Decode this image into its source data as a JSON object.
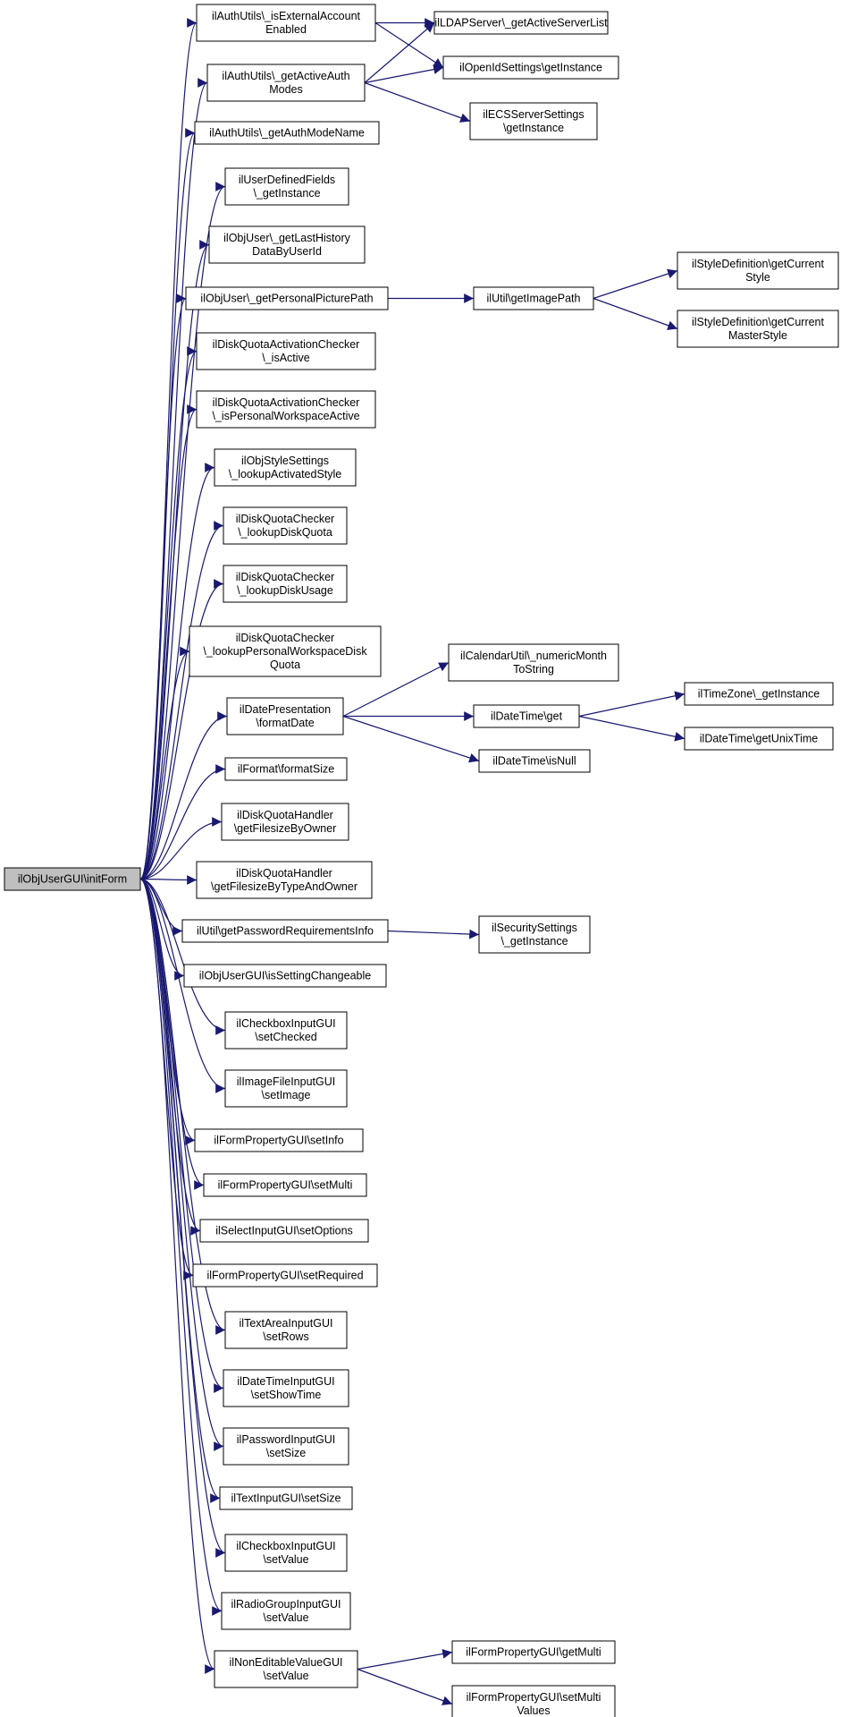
{
  "colors": {
    "edge": "#191970",
    "root_fill": "#bfbfbf",
    "node_fill": "#ffffff",
    "border": "#000000"
  },
  "nodes": [
    {
      "id": "root",
      "lines": [
        "ilObjUserGUI\\initForm"
      ]
    },
    {
      "id": "n_isext",
      "lines": [
        "ilAuthUtils\\_isExternalAccount",
        "Enabled"
      ]
    },
    {
      "id": "n_getactive",
      "lines": [
        "ilAuthUtils\\_getActiveAuth",
        "Modes"
      ]
    },
    {
      "id": "n_getauthname",
      "lines": [
        "ilAuthUtils\\_getAuthModeName"
      ]
    },
    {
      "id": "n_udf",
      "lines": [
        "ilUserDefinedFields",
        "\\_getInstance"
      ]
    },
    {
      "id": "n_lasthist",
      "lines": [
        "ilObjUser\\_getLastHistory",
        "DataByUserId"
      ]
    },
    {
      "id": "n_picpath",
      "lines": [
        "ilObjUser\\_getPersonalPicturePath"
      ]
    },
    {
      "id": "n_dqa_active",
      "lines": [
        "ilDiskQuotaActivationChecker",
        "\\_isActive"
      ]
    },
    {
      "id": "n_dqa_pws",
      "lines": [
        "ilDiskQuotaActivationChecker",
        "\\_isPersonalWorkspaceActive"
      ]
    },
    {
      "id": "n_stylesettings",
      "lines": [
        "ilObjStyleSettings",
        "\\_lookupActivatedStyle"
      ]
    },
    {
      "id": "n_dq_quota",
      "lines": [
        "ilDiskQuotaChecker",
        "\\_lookupDiskQuota"
      ]
    },
    {
      "id": "n_dq_usage",
      "lines": [
        "ilDiskQuotaChecker",
        "\\_lookupDiskUsage"
      ]
    },
    {
      "id": "n_dq_pwsq",
      "lines": [
        "ilDiskQuotaChecker",
        "\\_lookupPersonalWorkspaceDisk",
        "Quota"
      ]
    },
    {
      "id": "n_formatdate",
      "lines": [
        "ilDatePresentation",
        "\\formatDate"
      ]
    },
    {
      "id": "n_formatsize",
      "lines": [
        "ilFormat\\formatSize"
      ]
    },
    {
      "id": "n_dqh_owner",
      "lines": [
        "ilDiskQuotaHandler",
        "\\getFilesizeByOwner"
      ]
    },
    {
      "id": "n_dqh_type",
      "lines": [
        "ilDiskQuotaHandler",
        "\\getFilesizeByTypeAndOwner"
      ]
    },
    {
      "id": "n_pwreq",
      "lines": [
        "ilUtil\\getPasswordRequirementsInfo"
      ]
    },
    {
      "id": "n_changeable",
      "lines": [
        "ilObjUserGUI\\isSettingChangeable"
      ]
    },
    {
      "id": "n_cb_checked",
      "lines": [
        "ilCheckboxInputGUI",
        "\\setChecked"
      ]
    },
    {
      "id": "n_img_set",
      "lines": [
        "ilImageFileInputGUI",
        "\\setImage"
      ]
    },
    {
      "id": "n_fp_info",
      "lines": [
        "ilFormPropertyGUI\\setInfo"
      ]
    },
    {
      "id": "n_fp_multi",
      "lines": [
        "ilFormPropertyGUI\\setMulti"
      ]
    },
    {
      "id": "n_sel_opts",
      "lines": [
        "ilSelectInputGUI\\setOptions"
      ]
    },
    {
      "id": "n_fp_req",
      "lines": [
        "ilFormPropertyGUI\\setRequired"
      ]
    },
    {
      "id": "n_ta_rows",
      "lines": [
        "ilTextAreaInputGUI",
        "\\setRows"
      ]
    },
    {
      "id": "n_dt_show",
      "lines": [
        "ilDateTimeInputGUI",
        "\\setShowTime"
      ]
    },
    {
      "id": "n_pw_size",
      "lines": [
        "ilPasswordInputGUI",
        "\\setSize"
      ]
    },
    {
      "id": "n_txt_size",
      "lines": [
        "ilTextInputGUI\\setSize"
      ]
    },
    {
      "id": "n_cb_value",
      "lines": [
        "ilCheckboxInputGUI",
        "\\setValue"
      ]
    },
    {
      "id": "n_rg_value",
      "lines": [
        "ilRadioGroupInputGUI",
        "\\setValue"
      ]
    },
    {
      "id": "n_ne_value",
      "lines": [
        "ilNonEditableValueGUI",
        "\\setValue"
      ]
    },
    {
      "id": "n_ldap",
      "lines": [
        "ilLDAPServer\\_getActiveServerList"
      ]
    },
    {
      "id": "n_openid",
      "lines": [
        "ilOpenIdSettings\\getInstance"
      ]
    },
    {
      "id": "n_ecs",
      "lines": [
        "ilECSServerSettings",
        "\\getInstance"
      ]
    },
    {
      "id": "n_imgpath",
      "lines": [
        "ilUtil\\getImagePath"
      ]
    },
    {
      "id": "n_style_cur",
      "lines": [
        "ilStyleDefinition\\getCurrent",
        "Style"
      ]
    },
    {
      "id": "n_style_master",
      "lines": [
        "ilStyleDefinition\\getCurrent",
        "MasterStyle"
      ]
    },
    {
      "id": "n_cal_month",
      "lines": [
        "ilCalendarUtil\\_numericMonth",
        "ToString"
      ]
    },
    {
      "id": "n_dt_get",
      "lines": [
        "ilDateTime\\get"
      ]
    },
    {
      "id": "n_dt_isnull",
      "lines": [
        "ilDateTime\\isNull"
      ]
    },
    {
      "id": "n_tz",
      "lines": [
        "ilTimeZone\\_getInstance"
      ]
    },
    {
      "id": "n_unix",
      "lines": [
        "ilDateTime\\getUnixTime"
      ]
    },
    {
      "id": "n_secsettings",
      "lines": [
        "ilSecuritySettings",
        "\\_getInstance"
      ]
    },
    {
      "id": "n_fp_getmulti",
      "lines": [
        "ilFormPropertyGUI\\getMulti"
      ]
    },
    {
      "id": "n_fp_setmultival",
      "lines": [
        "ilFormPropertyGUI\\setMulti",
        "Values"
      ]
    }
  ],
  "edges": [
    [
      "root",
      "n_isext"
    ],
    [
      "root",
      "n_getactive"
    ],
    [
      "root",
      "n_getauthname"
    ],
    [
      "root",
      "n_udf"
    ],
    [
      "root",
      "n_lasthist"
    ],
    [
      "root",
      "n_picpath"
    ],
    [
      "root",
      "n_dqa_active"
    ],
    [
      "root",
      "n_dqa_pws"
    ],
    [
      "root",
      "n_stylesettings"
    ],
    [
      "root",
      "n_dq_quota"
    ],
    [
      "root",
      "n_dq_usage"
    ],
    [
      "root",
      "n_dq_pwsq"
    ],
    [
      "root",
      "n_formatdate"
    ],
    [
      "root",
      "n_formatsize"
    ],
    [
      "root",
      "n_dqh_owner"
    ],
    [
      "root",
      "n_dqh_type"
    ],
    [
      "root",
      "n_pwreq"
    ],
    [
      "root",
      "n_changeable"
    ],
    [
      "root",
      "n_cb_checked"
    ],
    [
      "root",
      "n_img_set"
    ],
    [
      "root",
      "n_fp_info"
    ],
    [
      "root",
      "n_fp_multi"
    ],
    [
      "root",
      "n_sel_opts"
    ],
    [
      "root",
      "n_fp_req"
    ],
    [
      "root",
      "n_ta_rows"
    ],
    [
      "root",
      "n_dt_show"
    ],
    [
      "root",
      "n_pw_size"
    ],
    [
      "root",
      "n_txt_size"
    ],
    [
      "root",
      "n_cb_value"
    ],
    [
      "root",
      "n_rg_value"
    ],
    [
      "root",
      "n_ne_value"
    ],
    [
      "n_isext",
      "n_ldap"
    ],
    [
      "n_isext",
      "n_openid"
    ],
    [
      "n_getactive",
      "n_ldap"
    ],
    [
      "n_getactive",
      "n_openid"
    ],
    [
      "n_getactive",
      "n_ecs"
    ],
    [
      "n_picpath",
      "n_imgpath"
    ],
    [
      "n_imgpath",
      "n_style_cur"
    ],
    [
      "n_imgpath",
      "n_style_master"
    ],
    [
      "n_formatdate",
      "n_cal_month"
    ],
    [
      "n_formatdate",
      "n_dt_get"
    ],
    [
      "n_formatdate",
      "n_dt_isnull"
    ],
    [
      "n_dt_get",
      "n_tz"
    ],
    [
      "n_dt_get",
      "n_unix"
    ],
    [
      "n_pwreq",
      "n_secsettings"
    ],
    [
      "n_ne_value",
      "n_fp_getmulti"
    ],
    [
      "n_ne_value",
      "n_fp_setmultival"
    ]
  ]
}
